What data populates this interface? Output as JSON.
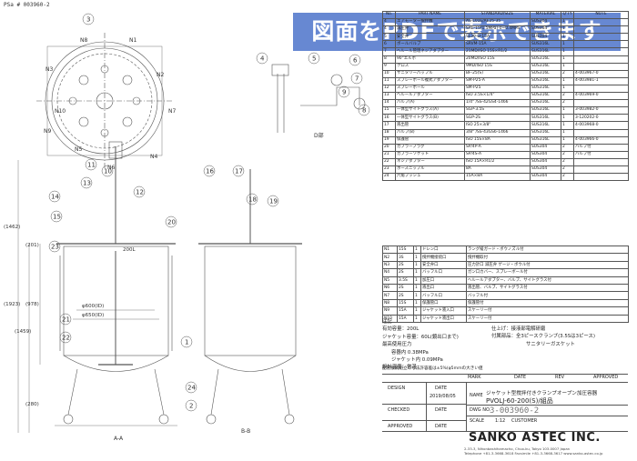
{
  "file_no": "PSa # 003960-2",
  "banner": "図面をPDFで表示できます",
  "parts_header": [
    "No.",
    "PART NAME",
    "STANDARD/SIZE",
    "MATERIAL",
    "Q'TY",
    "NOTE"
  ],
  "parts": [
    [
      "4",
      "エアモーター撹拌機",
      "AS-L01E/AE25-35",
      "SUS304",
      "1",
      ""
    ],
    [
      "4",
      "減圧弁",
      "SAE-15(1.5MPa)-0~0.4MPa",
      "SUS304",
      "1",
      ""
    ],
    [
      "5",
      "安全弁",
      "SL39-D-15A",
      "SUS304",
      "1",
      ""
    ],
    [
      "6",
      "ボールバルブ",
      "SRVM-15A",
      "SUS316L",
      "1",
      ""
    ],
    [
      "7",
      "ヘルール管理ネジアダプター",
      "21MD/ISO 15S×R1/2",
      "SUS316L",
      "1",
      ""
    ],
    [
      "8",
      "90°エルボ",
      "20MD/ISO 15S",
      "SUS316L",
      "1",
      ""
    ],
    [
      "9",
      "クロス",
      "9MD/ISO 15S",
      "SUS316L",
      "1",
      ""
    ],
    [
      "10",
      "サニタリーパッフル",
      "BF-25(S)",
      "SUS316L",
      "2",
      "4-003967-0"
    ],
    [
      "11",
      "スプレーボール複式アダプター",
      "SM-P25-A",
      "SUS316L",
      "1",
      "4-003981-1"
    ],
    [
      "12",
      "スプレーボール",
      "SM-P25",
      "SUS316L",
      "1",
      ""
    ],
    [
      "13",
      "ヘルールアダプター",
      "ISO 3.5S×1/4\"",
      "SUS316L",
      "2",
      "4-003969-0"
    ],
    [
      "14",
      "バルブ(A)",
      "1/4\" /SS-42GS4-1466",
      "SUS316L",
      "2",
      ""
    ],
    [
      "15",
      "一体型サイトグラス(A)",
      "SGP-3.5S",
      "SUS316L",
      "1",
      "3-003982-0"
    ],
    [
      "16",
      "一体型サイトグラス(B)",
      "SGP-2S",
      "SUS316L",
      "1",
      "3-120202-0"
    ],
    [
      "17",
      "液出管",
      "ISO 25×3/8\"",
      "SUS316L",
      "1",
      "4-003968-0"
    ],
    [
      "18",
      "バルブ(B)",
      "3/8\" /SS-43GS6-1466",
      "SUS316L",
      "1",
      ""
    ],
    [
      "19",
      "保護管",
      "ISO 15S×8A",
      "SUS316L",
      "1",
      "4-003966-0"
    ],
    [
      "20",
      "カプラープラグ",
      "SP/4P-A",
      "SUS304",
      "2",
      "バルブ付"
    ],
    [
      "21",
      "カプラーソケット",
      "SP/4S-A",
      "SUS304",
      "2",
      "バルブ付"
    ],
    [
      "22",
      "ネジアダプター",
      "ISO 15A×R1/2",
      "SUS304",
      "2",
      ""
    ],
    [
      "23",
      "ホースニップル",
      "8A",
      "SUS304",
      "2",
      ""
    ],
    [
      "24",
      "六角ブッシュ",
      "15A×8A",
      "SUS304",
      "2",
      ""
    ]
  ],
  "nozzles": [
    [
      "N1",
      "15S",
      "1",
      "ドレン口",
      "ラング縦ガード・ボウノズル付"
    ],
    [
      "N2",
      "3S",
      "1",
      "撹拌機接続口",
      "撹拌機取付"
    ],
    [
      "N3",
      "2S",
      "1",
      "安全弁口",
      "圧力計口",
      "減圧弁",
      "ゲージ・ボウル付"
    ],
    [
      "N4",
      "2S",
      "1",
      "バッフル口",
      "ガン口カバー、スプレーボール付"
    ],
    [
      "N5",
      "3.5S",
      "1",
      "加圧口",
      "ヘルールアダプター、バルブ、サイトグラス付"
    ],
    [
      "N6",
      "2S",
      "1",
      "液出口",
      "液出管、バルブ、サイトグラス付"
    ],
    [
      "N7",
      "2S",
      "1",
      "バッフル口",
      "バッフル付"
    ],
    [
      "N8",
      "15S",
      "1",
      "保護管口",
      "保護管付"
    ],
    [
      "N9",
      "15A",
      "1",
      "ジャケット液入口",
      "スケーリー付"
    ],
    [
      "N10",
      "15A",
      "1",
      "ジャケット液出口",
      "スケーリー付"
    ]
  ],
  "notes": {
    "heading": "注記",
    "lines": [
      "有効容量：200L",
      "ジャケット容量：60L(鏡出口まで)",
      "最高使用圧力",
      "容器内 0.38MPa",
      "ジャケット内 0.09MPa",
      "設計温度：常温"
    ],
    "right": [
      "仕上げ：接液部電解研磨",
      "付属部品：全3ピースクランプ(3.5Sは3ピース)",
      "サニタリーガスケット"
    ],
    "weld": "配管接続組立の寸法許容差は±5%(φ5mmの大きい値"
  },
  "title_block": {
    "mark": "MARK",
    "date": "DATE",
    "rev": "REV",
    "approved": "APPROVED",
    "design": "DESIGN",
    "design_date": "2019/08/05",
    "checked": "CHECKED",
    "name_label": "NAME",
    "name1": "ジャケット型撹拌付きクランプオープン加圧容器",
    "name2": "PVOLJ-60-200(S)/組品",
    "dwg_label": "DWG NO.",
    "dwg_no": "3-003960-2",
    "scale_label": "SCALE",
    "scale": "1:12",
    "customer": "CUSTOMER"
  },
  "company": "SANKO ASTEC INC.",
  "address": [
    "2-33-3, Nihonbashihamacho, Chuo-ku, Tokyo 103-0007 Japan",
    "Telephone +81-3-3668-3618 Facsimile +81-3-3668-3617 www.sanko-astec.co.jp"
  ],
  "drawing": {
    "labels_top": [
      "3",
      "N8",
      "N1",
      "N3",
      "N2",
      "N7",
      "N4",
      "N6",
      "N5",
      "N9",
      "N10"
    ],
    "callouts": [
      "1",
      "2",
      "4",
      "5",
      "6",
      "7",
      "8",
      "9",
      "10",
      "11",
      "12",
      "13",
      "14",
      "15",
      "16",
      "17",
      "18",
      "19",
      "20",
      "21",
      "22",
      "23",
      "24"
    ],
    "dims": [
      "(1462)",
      "(1923)",
      "(1459)",
      "(978)",
      "(201)",
      "(280)",
      "φ600(ID)",
      "φ650(ID)",
      "200L"
    ],
    "section_b": "B-B",
    "section_a": "A-A",
    "view_d": "D部"
  },
  "colors": {
    "banner": "#466ec8",
    "line": "#555555"
  }
}
